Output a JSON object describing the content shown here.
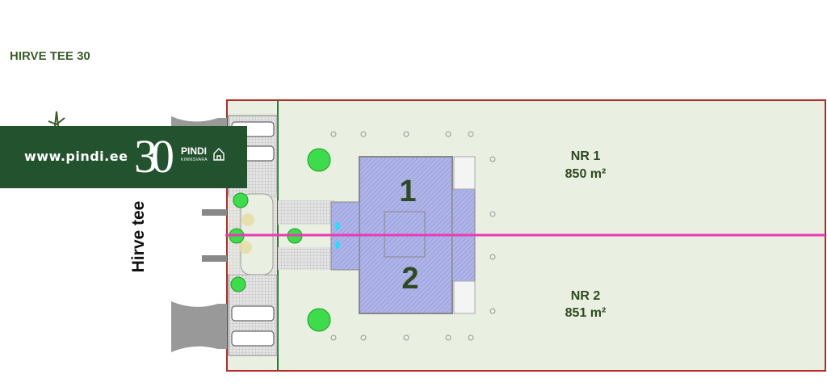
{
  "title": "HIRVE TEE 30",
  "road_label": "Hirve tee",
  "banner": {
    "url": "www.pindi.ee",
    "anniversary": "30",
    "brand": "PINDI",
    "brand_sub": "KINNISVARA"
  },
  "building_units": [
    "1",
    "2"
  ],
  "plots": [
    {
      "name": "NR 1",
      "area": "850 m²"
    },
    {
      "name": "NR 2",
      "area": "851 m²"
    }
  ],
  "colors": {
    "plot_fill": "#e9efe1",
    "plot_border": "#b22b2b",
    "divider": "#e83bb4",
    "building": "#aab0e6",
    "banner": "#23522f",
    "title": "#3d5e2c"
  }
}
